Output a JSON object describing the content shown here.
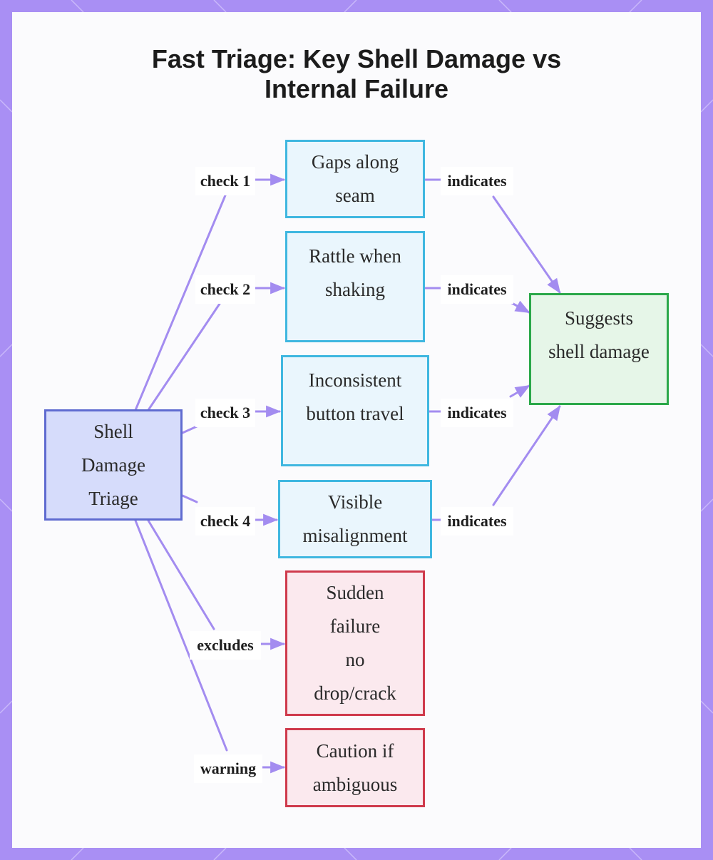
{
  "title_lines": [
    "Fast Triage: Key Shell Damage vs",
    "Internal Failure"
  ],
  "colors": {
    "frame": "#a98ff4",
    "edge": "#a38cf0",
    "root_fill": "#d6dcfb",
    "root_border": "#5f6bd0",
    "check_fill": "#eaf6fd",
    "check_border": "#3fb7e0",
    "red_fill": "#fbe9ee",
    "red_border": "#cf3a4c",
    "green_fill": "#e6f6e8",
    "green_border": "#2ba84a"
  },
  "nodes": {
    "root": [
      "Shell",
      "Damage",
      "Triage"
    ],
    "gaps": [
      "Gaps along",
      "seam"
    ],
    "rattle": [
      "Rattle when",
      "shaking"
    ],
    "travel": [
      "Inconsistent",
      "button travel"
    ],
    "misalign": [
      "Visible",
      "misalignment"
    ],
    "sudden": [
      "Sudden",
      "failure",
      "no",
      "drop/crack"
    ],
    "caution": [
      "Caution if",
      "ambiguous"
    ],
    "suggests": [
      "Suggests",
      "shell damage"
    ]
  },
  "edge_labels": {
    "check1": "check 1",
    "check2": "check 2",
    "check3": "check 3",
    "check4": "check 4",
    "excludes": "excludes",
    "warning": "warning",
    "ind1": "indicates",
    "ind2": "indicates",
    "ind3": "indicates",
    "ind4": "indicates"
  }
}
